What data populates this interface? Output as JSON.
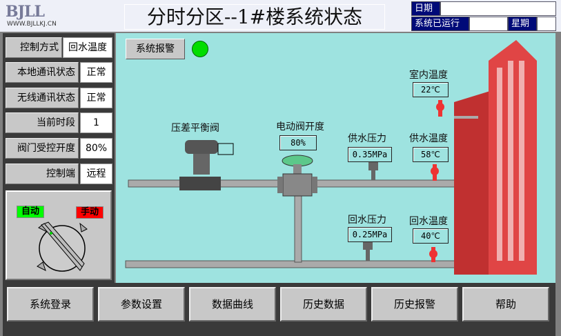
{
  "header": {
    "logo": "BJLL",
    "logo_url": "WWW.BJLLKJ.CN",
    "title": "分时分区--1#楼系统状态",
    "date_label": "日期",
    "date_value": "",
    "runtime_label": "系统已运行",
    "runtime_value": "",
    "weekday_label": "星期",
    "weekday_value": ""
  },
  "left_panel": {
    "rows": [
      {
        "label": "控制方式",
        "value": "回水温度"
      },
      {
        "label": "本地通讯状态",
        "value": "正常"
      },
      {
        "label": "无线通讯状态",
        "value": "正常"
      },
      {
        "label": "当前时段",
        "value": "1"
      },
      {
        "label": "阀门受控开度",
        "value": "80%"
      },
      {
        "label": "控制端",
        "value": "远程"
      }
    ],
    "switch": {
      "auto_label": "自动",
      "manual_label": "手动",
      "auto_color": "#00ff00",
      "manual_color": "#ff0000",
      "position": "auto"
    }
  },
  "diagram": {
    "alarm_button": "系统报警",
    "alarm_status_color": "#00dd00",
    "balance_valve_label": "压差平衡阀",
    "electric_valve_label": "电动阀开度",
    "electric_valve_value": "80%",
    "supply_pressure_label": "供水压力",
    "supply_pressure_value": "0.35MPa",
    "supply_temp_label": "供水温度",
    "supply_temp_value": "58℃",
    "indoor_temp_label": "室内温度",
    "indoor_temp_value": "22℃",
    "return_pressure_label": "回水压力",
    "return_pressure_value": "0.25MPa",
    "return_temp_label": "回水温度",
    "return_temp_value": "40℃"
  },
  "bottom_buttons": [
    "系统登录",
    "参数设置",
    "数据曲线",
    "历史数据",
    "历史报警",
    "帮助"
  ]
}
